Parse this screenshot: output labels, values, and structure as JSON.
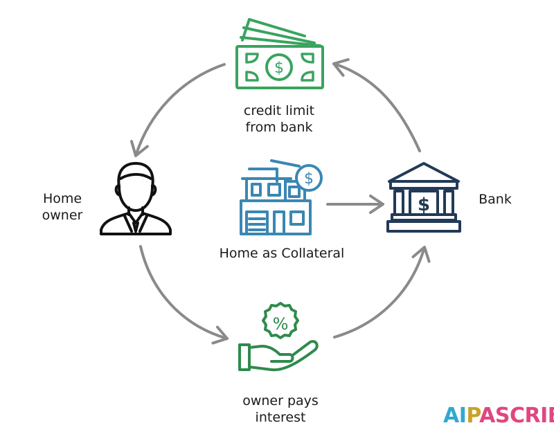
{
  "diagram": {
    "nodes": {
      "credit": {
        "label_lines": [
          "credit limit",
          "from bank"
        ],
        "icon": "cash-icon"
      },
      "owner": {
        "label_lines": [
          "Home",
          "owner"
        ],
        "icon": "businessman-icon"
      },
      "collateral": {
        "label": "Home as Collateral",
        "icon": "house-dollar-icon"
      },
      "bank": {
        "label": "Bank",
        "icon": "bank-icon"
      },
      "interest": {
        "label_lines": [
          "owner pays",
          "interest"
        ],
        "icon": "hand-percent-icon"
      }
    },
    "flow": [
      "bank → credit",
      "credit → owner",
      "owner → interest",
      "interest → bank",
      "collateral → bank"
    ],
    "colors": {
      "arrow": "#8a8a8a",
      "credit_icon": "#3aa35f",
      "owner_icon": "#111111",
      "house_icon": "#3a87b3",
      "bank_icon": "#223a57",
      "interest_icon": "#2f8a4c"
    }
  },
  "watermark": {
    "text": "AI PASCRIBE",
    "parts": [
      "AI",
      "P",
      "ASCRIBE"
    ]
  }
}
